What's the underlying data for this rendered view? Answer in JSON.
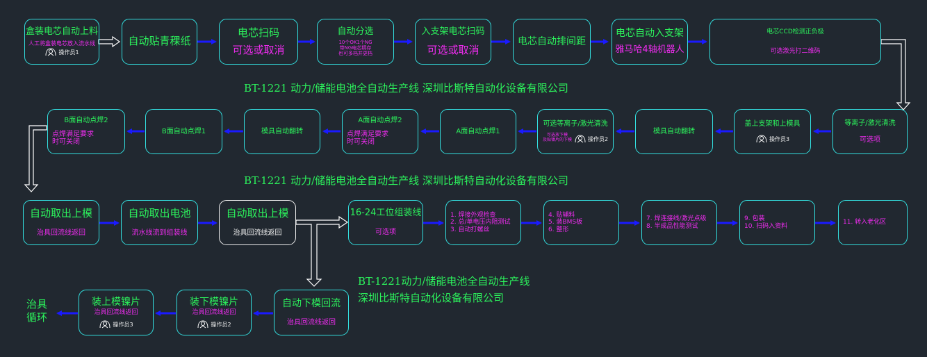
{
  "boxes": {
    "b1": {
      "title": "盒装电芯自动上料",
      "desc": "人工将盒装电芯放入流水线",
      "operator": "操作员1"
    },
    "b2": {
      "title": "自动贴青稞纸"
    },
    "b3": {
      "title": "电芯扫码",
      "sub": "可选或取消"
    },
    "b4": {
      "title": "自动分选",
      "desc1": "10个OK1个NG",
      "desc2": "带NG电芯精存",
      "desc3": "也可多档并更档"
    },
    "b5": {
      "title": "入支架电芯扫码",
      "sub": "可选或取消"
    },
    "b6": {
      "title": "电芯自动排间距"
    },
    "b7": {
      "title": "电芯自动入支架",
      "sub": "雅马哈4轴机器人"
    },
    "b8": {
      "title": "电芯CCD检测正负极",
      "sub": "可选激光打二维码"
    },
    "c1": {
      "title": "等离子/激光清洗",
      "sub": "可选项"
    },
    "c2": {
      "title": "盖上支架和上模具",
      "operator": "操作员3"
    },
    "c3": {
      "title": "模具自动翻转"
    },
    "c4": {
      "title": "可选等离子/激光清洗",
      "desc1": "可选放下模",
      "desc2": "及贴镍片的下模",
      "operator": "操作员2"
    },
    "c5": {
      "title": "A面自动点焊1"
    },
    "c6": {
      "title": "A面自动点焊2",
      "desc1": "点焊满足要求",
      "desc2": "时可关闭"
    },
    "c7": {
      "title": "模具自动翻转"
    },
    "c8": {
      "title": "B面自动点焊1"
    },
    "c9": {
      "title": "B面自动点焊2",
      "desc1": "点焊满足要求",
      "desc2": "时可关闭"
    },
    "d1": {
      "title": "自动取出上模",
      "sub": "治具回流线返回"
    },
    "d2": {
      "title": "自动取出电池",
      "sub": "流水线流到组装线"
    },
    "d3": {
      "title": "自动取出上模",
      "sub": "治具回流线返回"
    },
    "d4": {
      "title": "16-24工位组装线",
      "sub": "可选项"
    },
    "d5": {
      "l1": "1. 焊接外观检查",
      "l2": "2. 总/单电压内阻测试",
      "l3": "3. 自动打螺丝"
    },
    "d6": {
      "l1": "4. 贴辅料",
      "l2": "5. 装BMS板",
      "l3": "6. 整形"
    },
    "d7": {
      "l1": "7. 焊连接线/激光点级",
      "l2": "8. 半成品性能测试"
    },
    "d8": {
      "l1": "9. 包装",
      "l2": "10. 扫码入资料"
    },
    "d9": {
      "l1": "11. 转入老化区"
    },
    "e1": {
      "title": "自动下模回流",
      "sub": "治具回流线返回"
    },
    "e2": {
      "title": "装下模镍片",
      "sub": "治具回流线返回",
      "operator": "操作员2"
    },
    "e3": {
      "title": "装上模镍片",
      "sub": "治具回流线返回",
      "operator": "操作员3"
    },
    "loop": {
      "l1": "治具",
      "l2": "循环"
    }
  },
  "banners": {
    "b1": "BT-1221 动力/储能电池全自动生产线   深圳比斯特自动化设备有限公司",
    "b2": "BT-1221 动力/储能电池全自动生产线   深圳比斯特自动化设备有限公司",
    "b3_l1": "BT-1221动力/储能电池全自动生产线",
    "b3_l2": "深圳比斯特自动化设备有限公司"
  },
  "colors": {
    "background": "#212830",
    "box_border": "#33e0e0",
    "arrow": "#1a1aff",
    "text_green": "#2cf25c",
    "text_magenta": "#ee2cee",
    "outline_arrow": "#ffffff"
  },
  "icons": {
    "operator": "operator-icon",
    "arrow": "blue-arrow",
    "connector": "white-outline-arrow"
  }
}
